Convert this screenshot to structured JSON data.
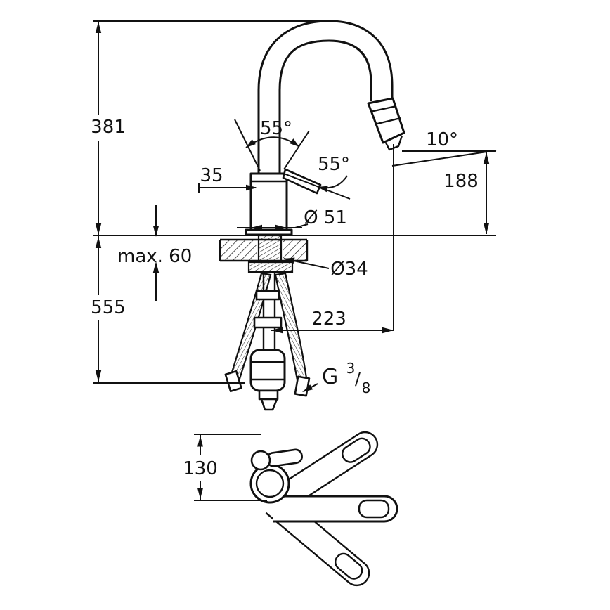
{
  "canvas": {
    "background": "#ffffff",
    "line_color": "#111111"
  },
  "front_view": {
    "dims": {
      "height_381": "381",
      "spout_swivel_55": "55°",
      "handle_swivel_55": "55°",
      "outlet_angle_10": "10°",
      "outlet_height_188": "188",
      "width_35": "35",
      "body_dia_51": "Ø 51",
      "max_thickness_60": "max. 60",
      "hole_dia_34": "Ø34",
      "projection_223": "223",
      "hose_drop_555": "555"
    },
    "thread": {
      "prefix": "G",
      "numerator": "3",
      "slash": "/",
      "denominator": "8"
    }
  },
  "top_view": {
    "dims": {
      "offset_130": "130"
    }
  }
}
